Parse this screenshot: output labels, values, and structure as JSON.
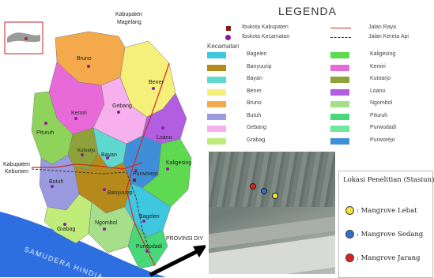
{
  "map": {
    "regency_labels": {
      "kabupaten_magelang": [
        "Kabupaten",
        "Magelang"
      ],
      "kabupaten_kebumen": [
        "Kabupaten",
        "Kebumen"
      ],
      "provinsi_diy": "PROVINSI DIY",
      "samudera_hindia": "SAMUDERA HINDIA"
    },
    "districts": [
      {
        "name": "Bruno",
        "color": "#f4a94a"
      },
      {
        "name": "Kemiri",
        "color": "#e86ad8"
      },
      {
        "name": "Gebang",
        "color": "#f6b0ee"
      },
      {
        "name": "Bener",
        "color": "#f5f07a"
      },
      {
        "name": "Pituruh",
        "color": "#8fd45a"
      },
      {
        "name": "Loano",
        "color": "#b25ee0"
      },
      {
        "name": "Kutoarjo",
        "color": "#8fa23a"
      },
      {
        "name": "Bayan",
        "color": "#5fd9cf"
      },
      {
        "name": "Purworejo",
        "color": "#3f8fd8"
      },
      {
        "name": "Kaligesing",
        "color": "#5fd94f"
      },
      {
        "name": "Butuh",
        "color": "#9a9ae0"
      },
      {
        "name": "Banyuurip",
        "color": "#b58a1a"
      },
      {
        "name": "Bagelen",
        "color": "#3fc7e0"
      },
      {
        "name": "Grabag",
        "color": "#c0ec7a"
      },
      {
        "name": "Ngombol",
        "color": "#a6de8a"
      },
      {
        "name": "Purwodadi",
        "color": "#48d878"
      }
    ]
  },
  "legend": {
    "title": "LEGENDA",
    "ibukota_kabupaten": "Ibukota Kabupaten",
    "ibukota_kecamatan": "Ibukota Kecamatan",
    "jalan_raya": "Jalan Raya",
    "jalan_kereta_api": "Jalan Kereta Api",
    "kecamatan_title": "Kecamatan",
    "kecamatan_items": [
      {
        "name": "Bagelen",
        "color": "#3fc7e0"
      },
      {
        "name": "Banyuurip",
        "color": "#b58a1a"
      },
      {
        "name": "Bayan",
        "color": "#5fd9cf"
      },
      {
        "name": "Bener",
        "color": "#f5f07a"
      },
      {
        "name": "Bruno",
        "color": "#f4a94a"
      },
      {
        "name": "Butuh",
        "color": "#9a9ae0"
      },
      {
        "name": "Gebang",
        "color": "#f6b0ee"
      },
      {
        "name": "Grabag",
        "color": "#c0ec7a"
      },
      {
        "name": "Kaligesing",
        "color": "#5fd94f"
      },
      {
        "name": "Kemiri",
        "color": "#e86ad8"
      },
      {
        "name": "Kutoarjo",
        "color": "#8fa23a"
      },
      {
        "name": "Loano",
        "color": "#b25ee0"
      },
      {
        "name": "Ngombol",
        "color": "#a6de8a"
      },
      {
        "name": "Pituruh",
        "color": "#48d878"
      },
      {
        "name": "Purwodadi",
        "color": "#6fe9a0"
      },
      {
        "name": "Purworejo",
        "color": "#3f8fd8"
      }
    ]
  },
  "station_legend": {
    "title": "Lokasi Penelitian (Stasiun):",
    "items": [
      {
        "label": ": Mangrove Lebat",
        "color": "#f5e23a"
      },
      {
        "label": ": Mangrove Sedang",
        "color": "#2f6fd0"
      },
      {
        "label": ": Mangrove Jarang",
        "color": "#e02020"
      }
    ]
  },
  "colors": {
    "sea": "#2d6fe0",
    "road": "#d02a2a",
    "rail": "#333333",
    "kabupaten_marker": "#8b1a1a",
    "kecamatan_marker": "#8a1ca0"
  }
}
